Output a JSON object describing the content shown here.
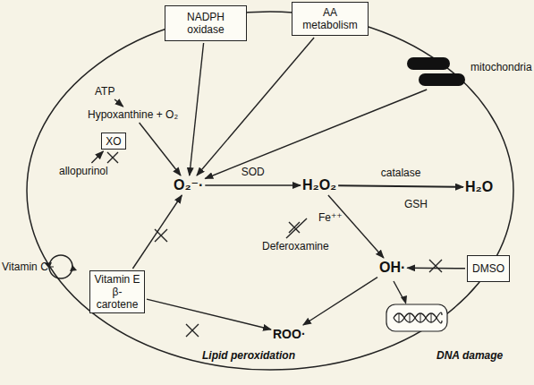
{
  "diagram": {
    "nodes": [
      {
        "text": [
          "NADPH oxidase"
        ]
      },
      {
        "text": [
          "AA metabolism"
        ]
      },
      {
        "text": [
          "mitochondria"
        ]
      },
      {
        "text": [
          "ATP"
        ]
      },
      {
        "text": [
          "Hypoxanthine + O₂"
        ]
      },
      {
        "text": [
          "XO"
        ]
      },
      {
        "text": [
          "allopurinol"
        ]
      },
      {
        "text": [
          "O₂⁻·"
        ]
      },
      {
        "text": [
          "H₂O₂"
        ]
      },
      {
        "text": [
          "H₂O"
        ]
      },
      {
        "text": [
          "OH·"
        ]
      },
      {
        "text": [
          "DMSO"
        ]
      },
      {
        "text": [
          "Vitamin E β-carotene"
        ]
      },
      {
        "text": [
          "ROO·"
        ]
      }
    ],
    "edges": [
      {
        "from": 0,
        "to": 7,
        "arrow": "to"
      },
      {
        "from": 1,
        "to": 7,
        "arrow": "to"
      },
      {
        "from": 2,
        "to": 7,
        "arrow": "to"
      },
      {
        "from": 3,
        "to": 4,
        "arrow": "to"
      },
      {
        "from": 4,
        "to": 7,
        "arrow": "to"
      },
      {
        "from": 6,
        "to": 5,
        "arrow": "to"
      },
      {
        "from": 7,
        "to": 8,
        "label": "SOD",
        "arrow": "to"
      },
      {
        "from": 8,
        "to": 9,
        "label": "catalase",
        "arrow": "to"
      },
      {
        "from": 8,
        "to": 10,
        "arrow": "to"
      },
      {
        "from": 11,
        "to": 10,
        "arrow": "to"
      },
      {
        "from": 12,
        "to": 7,
        "arrow": "to"
      },
      {
        "from": 12,
        "to": 13,
        "arrow": "to"
      },
      {
        "from": 10,
        "to": 13,
        "arrow": "to"
      }
    ],
    "labels": [
      "GSH",
      "Fe⁺⁺",
      "Deferoxamine",
      "Vitamin C",
      "DNA damage",
      "Lipid peroxidation"
    ]
  }
}
